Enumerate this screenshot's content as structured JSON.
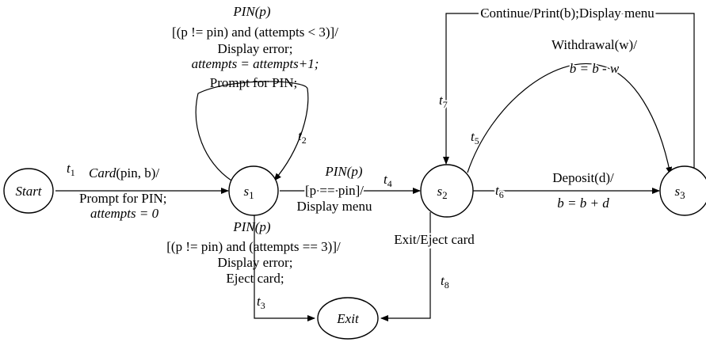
{
  "states": {
    "start": "Start",
    "s1": "s",
    "s1_sub": "1",
    "s2": "s",
    "s2_sub": "2",
    "s3": "s",
    "s3_sub": "3",
    "exit": "Exit"
  },
  "transitions": {
    "t1": {
      "name": "t",
      "sub": "1",
      "event_fn": "Card",
      "event_args": "(pin, b)/",
      "action1": "Prompt for PIN;",
      "action2": "attempts = 0"
    },
    "t2": {
      "name": "t",
      "sub": "2",
      "event": "PIN(p)",
      "guard": "[(p != pin) and (attempts < 3)]/",
      "action1": "Display error;",
      "action2": "attempts = attempts+1;",
      "action3": "Prompt for PIN;"
    },
    "t3": {
      "name": "t",
      "sub": "3",
      "event": "PIN(p)",
      "guard": "[(p != pin) and (attempts == 3)]/",
      "action1": "Display error;",
      "action2": "Eject card;"
    },
    "t4": {
      "name": "t",
      "sub": "4",
      "event": "PIN(p)",
      "guard": "[p == pin]/",
      "action": "Display menu"
    },
    "t5": {
      "name": "t",
      "sub": "5",
      "event": "Withdrawal(w)/",
      "action": "b = b - w"
    },
    "t6": {
      "name": "t",
      "sub": "6",
      "event": "Deposit(d)/",
      "action": "b = b + d"
    },
    "t7": {
      "name": "t",
      "sub": "7",
      "label": "Continue/Print(b);Display menu"
    },
    "t8": {
      "name": "t",
      "sub": "8",
      "label": "Exit/Eject card"
    }
  }
}
